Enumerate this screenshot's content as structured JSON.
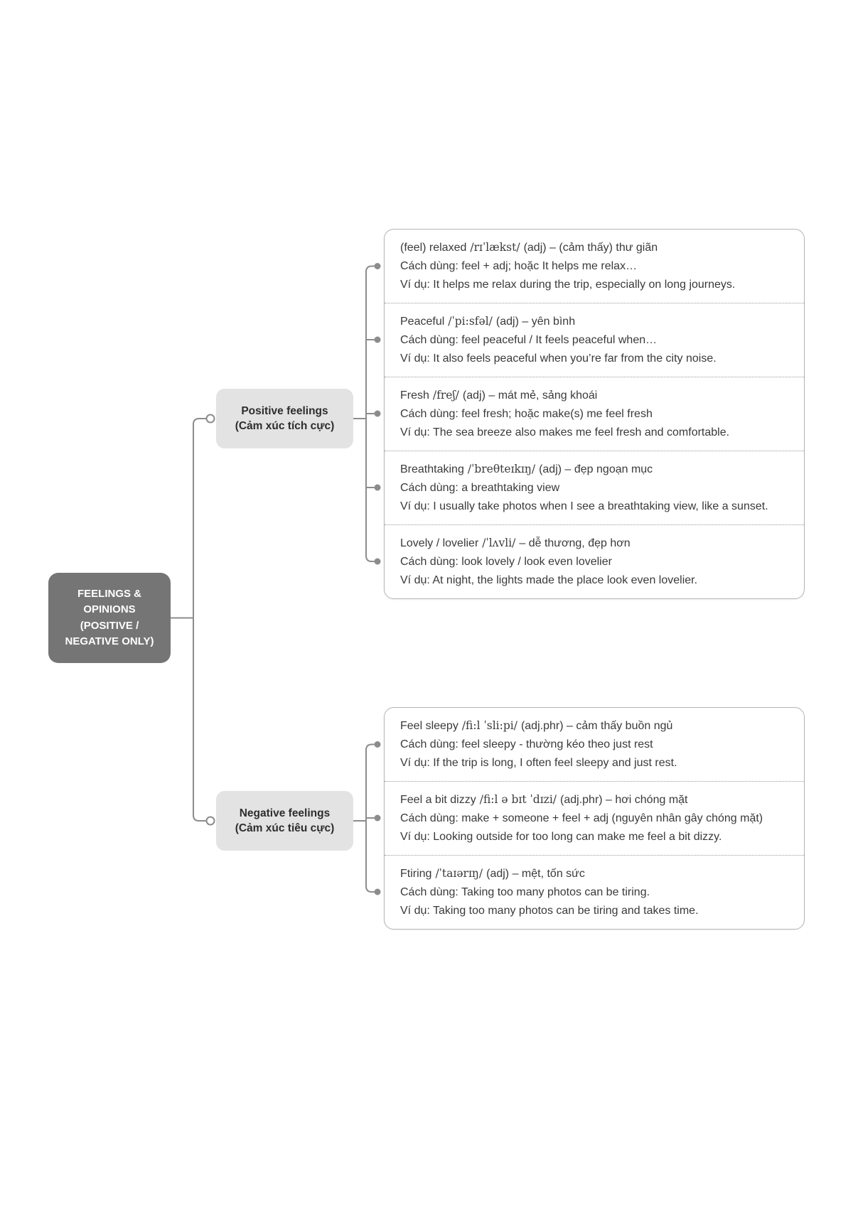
{
  "root": {
    "label_lines": [
      "FEELINGS &",
      "OPINIONS",
      "(POSITIVE /",
      "NEGATIVE ONLY)"
    ]
  },
  "branches": [
    {
      "id": "positive",
      "label_lines": [
        "Positive feelings",
        "(Cảm xúc tích cực)"
      ],
      "entries": [
        {
          "term": "(feel) relaxed",
          "phonetic": "/rɪˈlækst/",
          "rest": "(adj) – (cảm thấy) thư giãn",
          "usage": "Cách dùng: feel + adj; hoặc It helps me relax…",
          "example": "Ví dụ: It helps me relax during the trip, especially on long journeys."
        },
        {
          "term": "Peaceful",
          "phonetic": "/ˈpi:sfəl/",
          "rest": "(adj) – yên bình",
          "usage": "Cách dùng: feel peaceful / It feels peaceful when…",
          "example": "Ví dụ: It also feels peaceful when you’re far from the city noise."
        },
        {
          "term": "Fresh",
          "phonetic": "/freʃ/",
          "rest": "(adj) – mát mẻ, sảng khoái",
          "usage": "Cách dùng: feel fresh; hoặc make(s) me feel fresh",
          "example": "Ví dụ: The sea breeze also makes me feel fresh and comfortable."
        },
        {
          "term": "Breathtaking",
          "phonetic": "/ˈbreθteɪkɪŋ/",
          "rest": "(adj) – đẹp ngoạn mục",
          "usage": "Cách dùng: a breathtaking view",
          "example": "Ví dụ: I usually take photos when I see a breathtaking view, like a sunset."
        },
        {
          "term": "Lovely / lovelier",
          "phonetic": "/ˈlʌvli/",
          "rest": "– dễ thương, đẹp hơn",
          "usage": "Cách dùng: look lovely / look even lovelier",
          "example": "Ví dụ: At night, the lights made the place look even lovelier."
        }
      ]
    },
    {
      "id": "negative",
      "label_lines": [
        "Negative feelings",
        "(Cảm xúc tiêu cực)"
      ],
      "entries": [
        {
          "term": "Feel sleepy",
          "phonetic": "/fi:l ˈsli:pi/",
          "rest": "(adj.phr) – cảm thấy buồn ngủ",
          "usage": "Cách dùng: feel sleepy - thường kéo theo just rest",
          "example": "Ví dụ: If the trip is long, I often feel sleepy and just rest."
        },
        {
          "term": "Feel a bit dizzy",
          "phonetic": "/fi:l ə bɪt ˈdɪzi/",
          "rest": "(adj.phr) – hơi chóng mặt",
          "usage": "Cách dùng: make + someone + feel + adj (nguyên nhân gây chóng mặt)",
          "example": "Ví dụ: Looking outside for too long can make me feel a bit dizzy."
        },
        {
          "term": "Ftiring",
          "phonetic": "/ˈtaɪərɪŋ/",
          "rest": "(adj) – mệt, tốn sức",
          "usage": "Cách dùng: Taking too many photos can be tiring.",
          "example": "Ví dụ: Taking too many photos can be tiring and takes time."
        }
      ]
    }
  ],
  "colors": {
    "root_bg": "#757575",
    "branch_bg": "#e3e3e3",
    "connector": "#8c8c8c",
    "panel_border": "#b5b5b5",
    "text": "#3a3a3a"
  }
}
